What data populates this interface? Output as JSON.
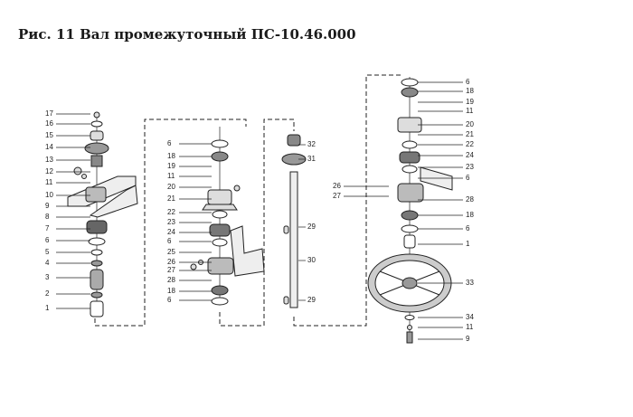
{
  "title": "Рис. 11 Вал промежуточный ПС-10.46.000",
  "labels": {
    "left": [
      "17",
      "16",
      "15",
      "14",
      "13",
      "12",
      "11",
      "10",
      "9",
      "8",
      "7",
      "6",
      "5",
      "4",
      "3",
      "2",
      "1"
    ],
    "middle": [
      "6",
      "18",
      "19",
      "11",
      "20",
      "21",
      "22",
      "23",
      "24",
      "6",
      "25",
      "26",
      "27",
      "28",
      "18",
      "6"
    ],
    "shaft": [
      "32",
      "31",
      "29",
      "30",
      "29"
    ],
    "shaft_left": [
      "26",
      "27"
    ],
    "right": [
      "6",
      "18",
      "19",
      "11",
      "20",
      "21",
      "22",
      "24",
      "23",
      "6",
      "28",
      "18",
      "6",
      "1",
      "33",
      "34",
      "11",
      "9"
    ]
  }
}
